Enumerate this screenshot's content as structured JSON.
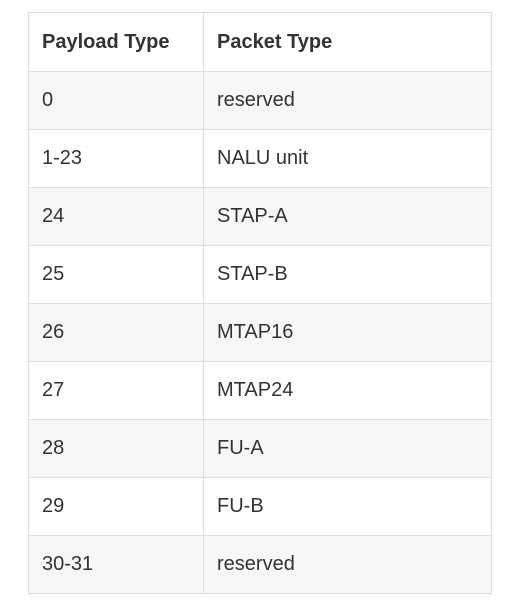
{
  "table": {
    "headers": [
      "Payload Type",
      "Packet Type"
    ],
    "rows": [
      [
        "0",
        "reserved"
      ],
      [
        "1-23",
        "NALU unit"
      ],
      [
        "24",
        "STAP-A"
      ],
      [
        "25",
        "STAP-B"
      ],
      [
        "26",
        "MTAP16"
      ],
      [
        "27",
        "MTAP24"
      ],
      [
        "28",
        "FU-A"
      ],
      [
        "29",
        "FU-B"
      ],
      [
        "30-31",
        "reserved"
      ]
    ]
  }
}
